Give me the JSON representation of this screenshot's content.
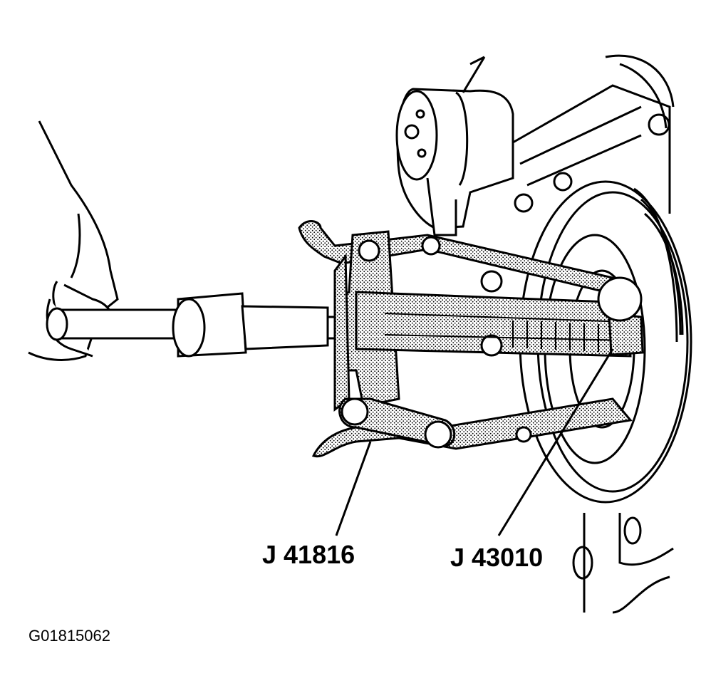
{
  "callouts": {
    "puller_tool": "J 41816",
    "adapter_tool": "J 43010"
  },
  "figure_id": "G01815062",
  "colors": {
    "ink": "#000000",
    "paper": "#ffffff",
    "stipple": "#9a9a9a"
  }
}
